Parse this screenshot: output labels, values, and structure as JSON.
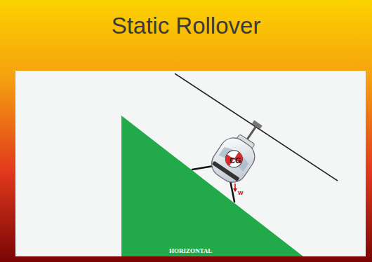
{
  "diagram": {
    "title": "Static Rollover",
    "labels": [
      "CG",
      "W",
      "HORIZONTAL"
    ]
  }
}
